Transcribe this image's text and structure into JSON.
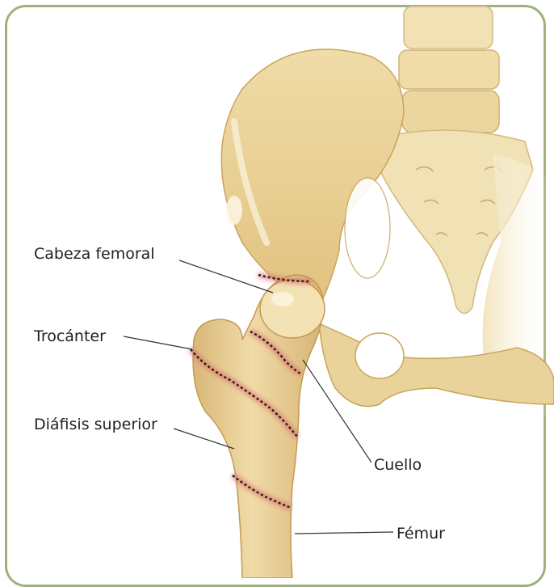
{
  "labels": {
    "femoral_head": "Cabeza femoral",
    "trochanter": "Trocánter",
    "upper_shaft": "Diáfisis superior",
    "neck": "Cuello",
    "femur": "Fémur"
  },
  "colors": {
    "frame": "#9db27a",
    "bone": "#e9d29a",
    "bone_shadow": "#c9a45a",
    "bone_light": "#f7ecc8",
    "fracture_glow": "#e0706a"
  }
}
